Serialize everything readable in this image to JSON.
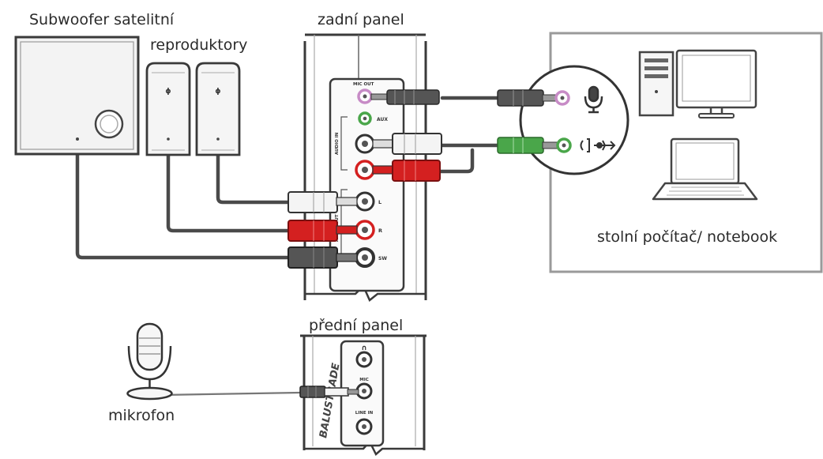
{
  "labels": {
    "subwoofer": "Subwoofer satelitní",
    "satellites": "reproduktory",
    "rear_panel": "zadní panel",
    "computer": "stolní počítač/ notebook",
    "front_panel": "přední panel",
    "microphone": "mikrofon"
  },
  "rear_ports": {
    "mic_out": "MIC OUT",
    "aux": "AUX",
    "audio_in": "AUDIO IN",
    "left": "L",
    "right": "R",
    "sw": "SW",
    "audio_out": "AUDIO OUT"
  },
  "front_ports": {
    "mic": "MIC",
    "line_in": "LINE IN"
  },
  "brand": "BALUSTRADE",
  "colors": {
    "pink": "#c78bc6",
    "green": "#4aa64a",
    "red": "#d42020",
    "white": "#f4f4f4",
    "black": "#3a3a3a",
    "cable": "#4a4a4a"
  },
  "icons": [
    "speaker-cabinet-icon",
    "satellite-speaker-icon",
    "microphone-icon",
    "desktop-computer-icon",
    "laptop-icon",
    "line-out-icon"
  ]
}
